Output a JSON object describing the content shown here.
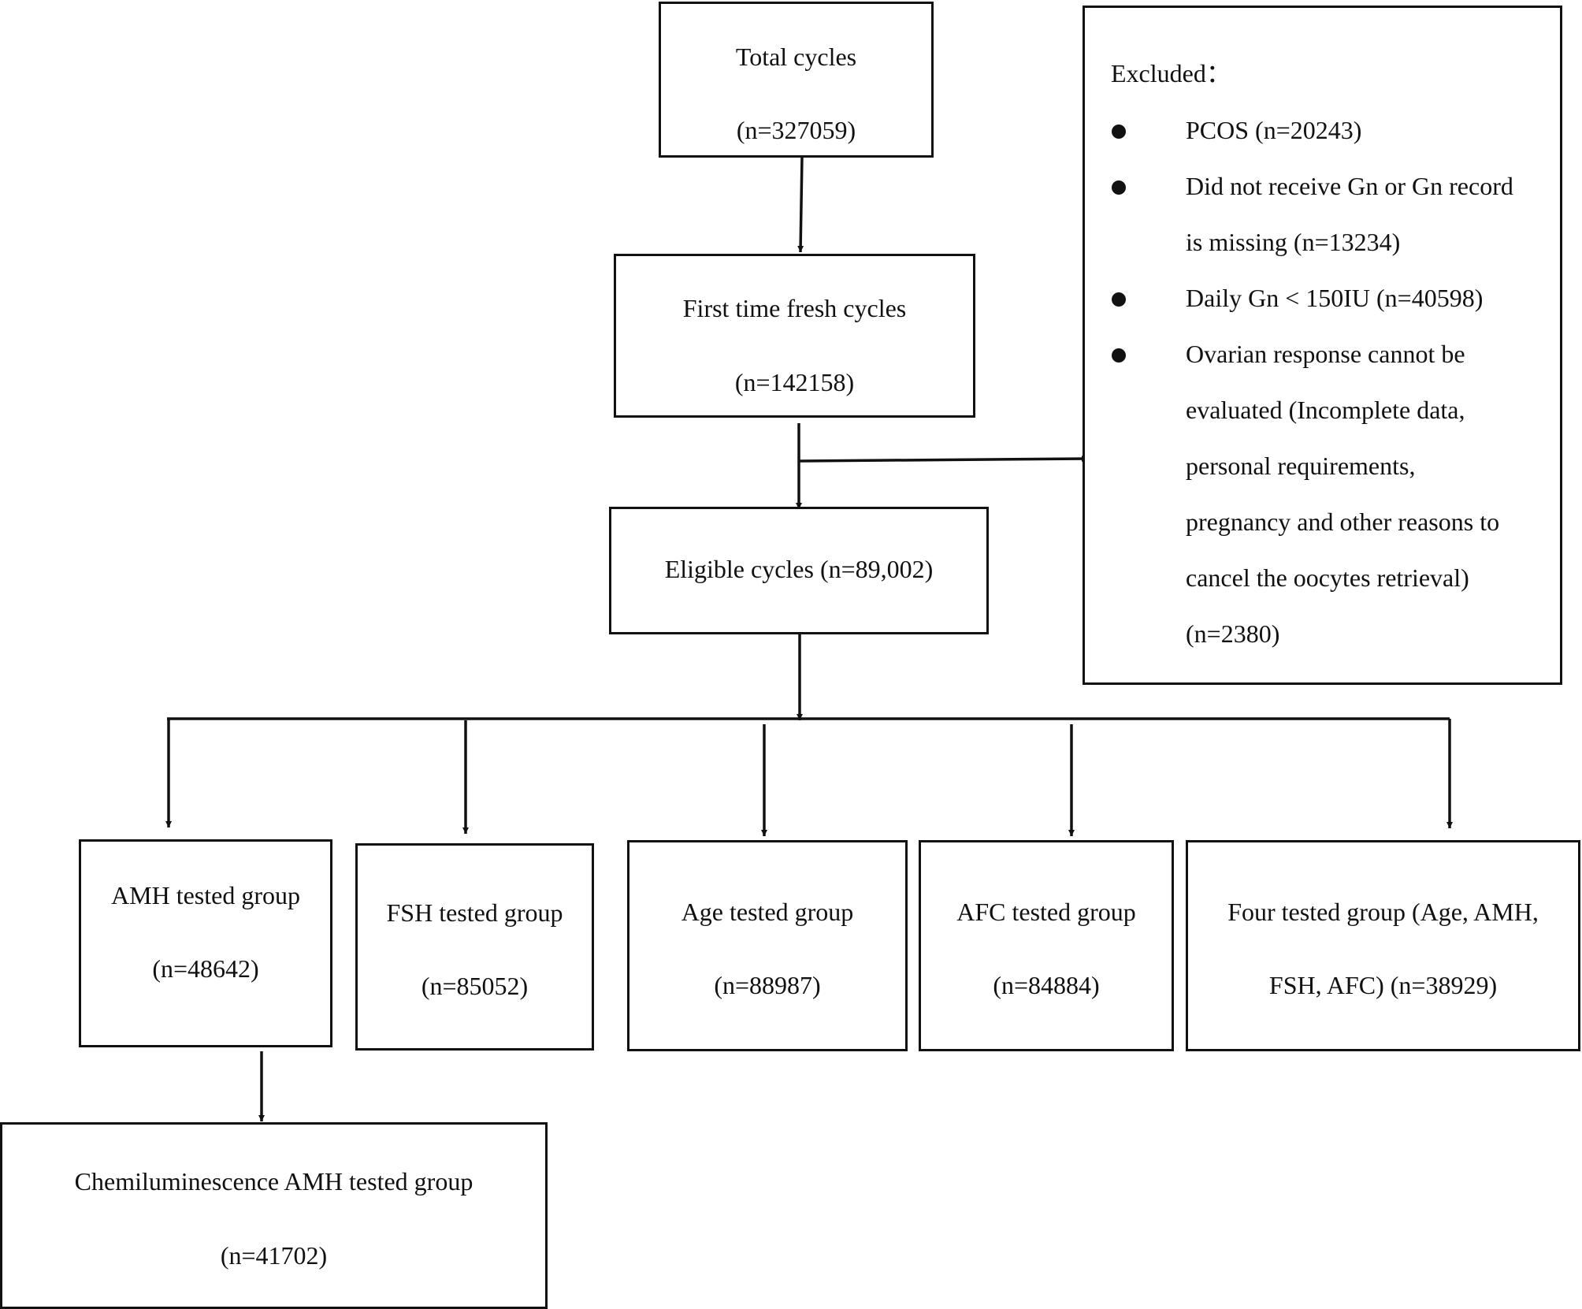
{
  "diagram": {
    "total": {
      "label": "Total cycles",
      "count": "(n=327059)"
    },
    "first_fresh": {
      "label": "First time fresh cycles",
      "count": "(n=142158)"
    },
    "eligible": {
      "label": "Eligible cycles (n=89,002)"
    },
    "excluded": {
      "title": "Excluded：",
      "items": [
        {
          "lines": [
            "PCOS (n=20243)"
          ]
        },
        {
          "lines": [
            "Did not receive Gn or Gn record",
            "is missing (n=13234)"
          ]
        },
        {
          "lines": [
            "Daily Gn < 150IU (n=40598)"
          ]
        },
        {
          "lines": [
            "Ovarian response cannot be",
            "evaluated (Incomplete data,",
            "personal requirements,",
            "pregnancy and other reasons to",
            "cancel the oocytes retrieval)",
            "(n=2380)"
          ]
        }
      ]
    },
    "groups": [
      {
        "label": "AMH tested group",
        "count": "(n=48642)"
      },
      {
        "label": "FSH tested group",
        "count": "(n=85052)"
      },
      {
        "label": "Age tested group",
        "count": "(n=88987)"
      },
      {
        "label": "AFC tested group",
        "count": "(n=84884)"
      },
      {
        "label": "Four tested group (Age, AMH,",
        "count": "FSH, AFC) (n=38929)"
      }
    ],
    "chemi": {
      "label": "Chemiluminescence AMH tested group",
      "count": "(n=41702)"
    }
  }
}
